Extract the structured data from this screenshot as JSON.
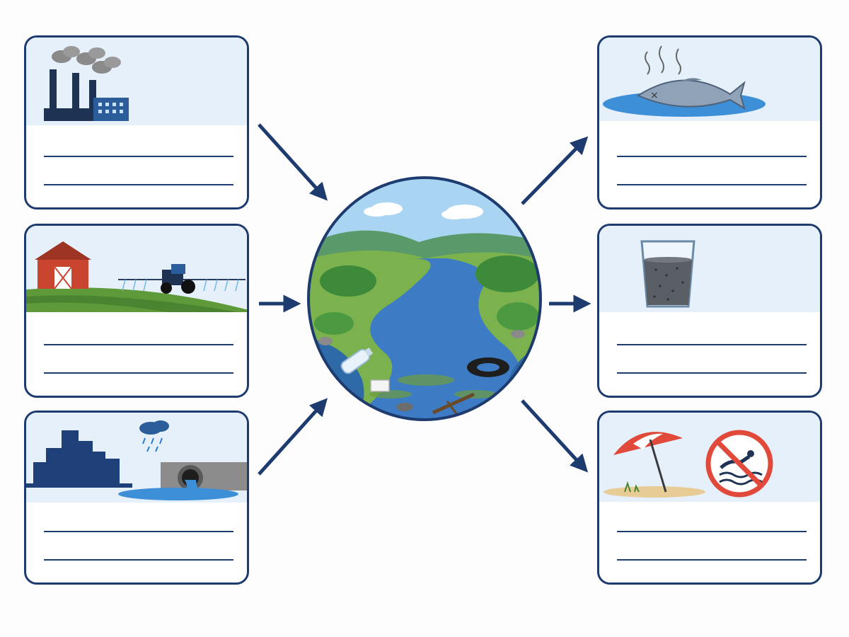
{
  "diagram": {
    "center": {
      "icon": "polluted-river-scene-icon"
    },
    "sources": [
      {
        "id": "factory",
        "icon": "factory-smokestacks-icon",
        "label": ""
      },
      {
        "id": "farm",
        "icon": "farm-tractor-spraying-icon",
        "label": ""
      },
      {
        "id": "city",
        "icon": "city-storm-drain-icon",
        "label": ""
      }
    ],
    "effects": [
      {
        "id": "fish",
        "icon": "dead-fish-icon",
        "label": ""
      },
      {
        "id": "water",
        "icon": "dirty-drinking-water-icon",
        "label": ""
      },
      {
        "id": "beach",
        "icon": "no-swimming-beach-icon",
        "label": ""
      }
    ],
    "colors": {
      "outline": "#1d3b6e",
      "panel": "#e6f0fa",
      "river": "#3d7cc4",
      "grass": "#6fae3f",
      "warning": "#e14a3b"
    }
  }
}
